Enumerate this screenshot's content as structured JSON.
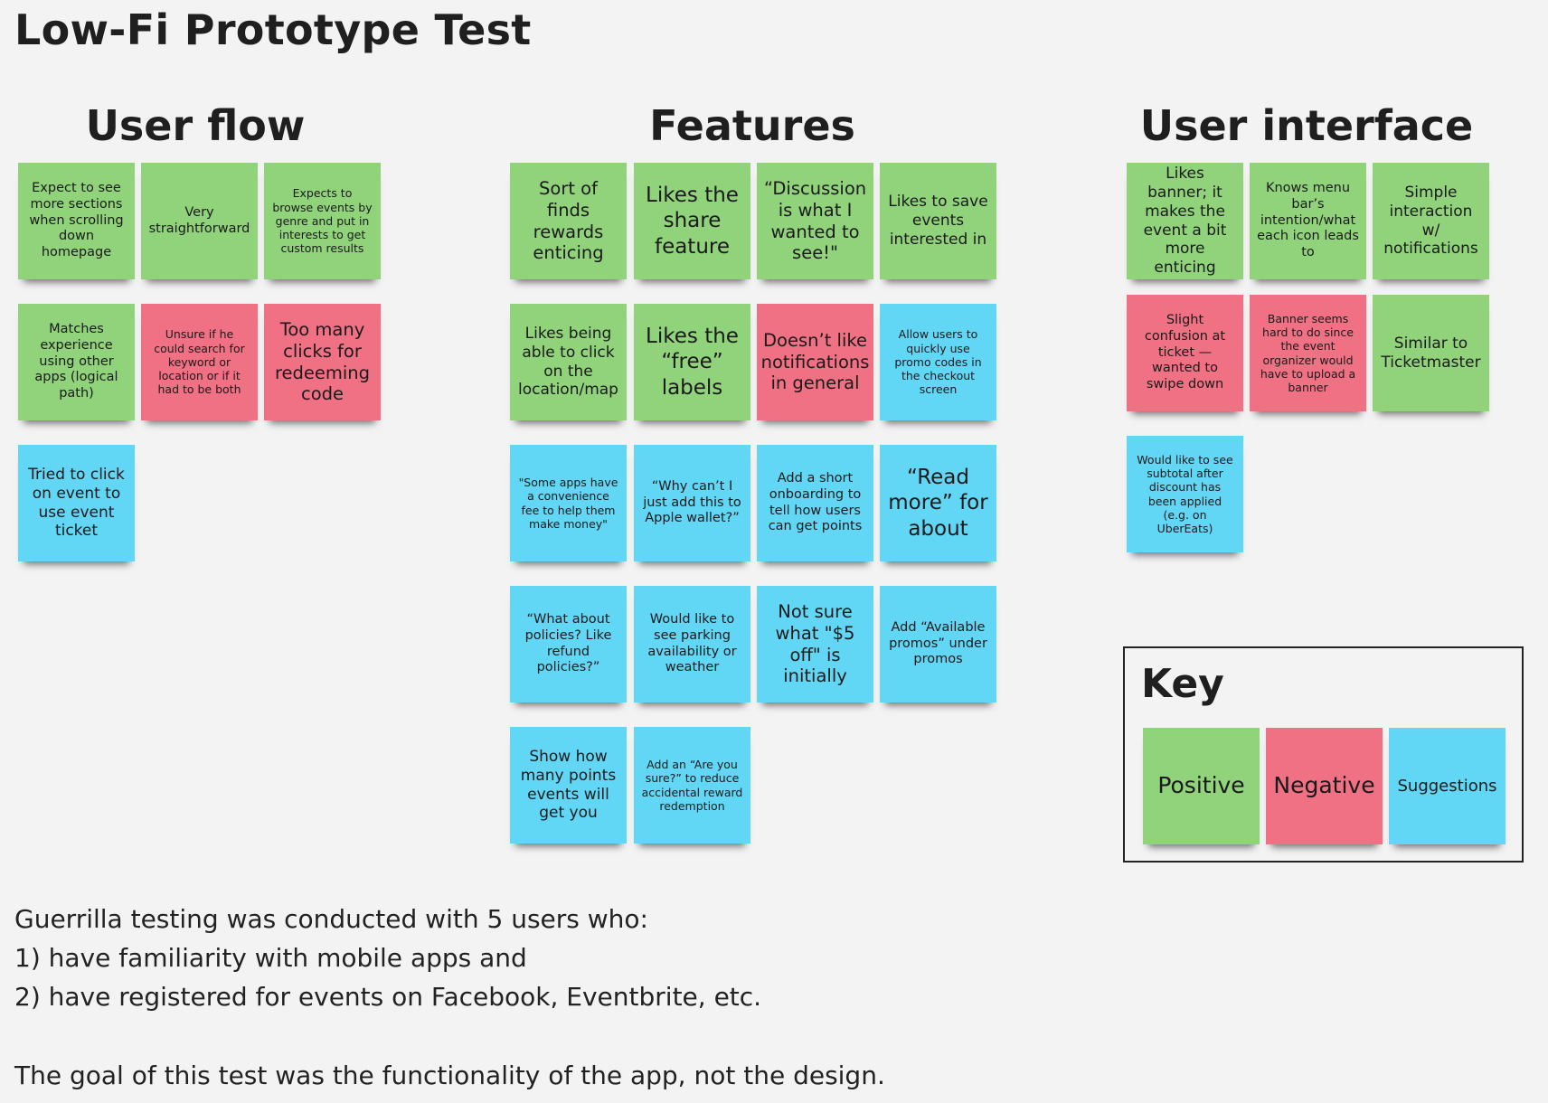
{
  "title": "Low-Fi Prototype Test",
  "colors": {
    "positive": "#90d37a",
    "negative": "#f07084",
    "suggestion": "#61d6f5",
    "background": "#f3f3f3"
  },
  "user_flow": {
    "heading": "User flow",
    "notes": [
      "Expect to see more sections when scrolling down homepage",
      "Very straightforward",
      "Expects to browse events by genre and put in interests to get custom results",
      "Matches experience using other apps (logical path)",
      "Unsure if he could search for keyword or location or if it had to be both",
      "Too many clicks for redeeming code",
      "Tried to click on event to use event ticket"
    ]
  },
  "features": {
    "heading": "Features",
    "notes": [
      "Sort of finds rewards enticing",
      "Likes the share feature",
      "“Discussion is what I wanted to see!\"",
      "Likes to save events interested in",
      "Likes being able to click on the location/map",
      "Likes the “free” labels",
      "Doesn’t like notifications in general",
      "Allow users to quickly use promo codes in the checkout screen",
      "\"Some apps have a convenience fee to help them make money\"",
      "“Why can’t I just add this to Apple wallet?”",
      "Add a short onboarding to tell how users can get points",
      "“Read more” for about",
      "“What about policies? Like refund policies?”",
      "Would like to see parking availability or weather",
      "Not sure what \"$5 off\" is initially",
      "Add “Available promos” under promos",
      "Show how many points events will get you",
      "Add an “Are you sure?” to reduce accidental reward redemption"
    ]
  },
  "user_interface": {
    "heading": "User interface",
    "notes": [
      "Likes banner; it makes the event a bit more enticing",
      "Knows menu bar’s intention/what each icon leads to",
      "Simple interaction w/ notifications",
      "Slight confusion at ticket — wanted to swipe down",
      "Banner seems hard to do since the event organizer would have to upload a banner",
      "Similar to Ticketmaster",
      "Would like to see subtotal after discount has been applied (e.g. on UberEats)"
    ]
  },
  "key": {
    "title": "Key",
    "positive": "Positive",
    "negative": "Negative",
    "suggestions": "Suggestions"
  },
  "description": {
    "line1": "Guerrilla testing was conducted with 5 users who:",
    "line2": "1) have familiarity with mobile apps and",
    "line3": "2) have registered for events on Facebook, Eventbrite, etc.",
    "line4": "The goal of this test was the functionality of the app, not the design."
  }
}
